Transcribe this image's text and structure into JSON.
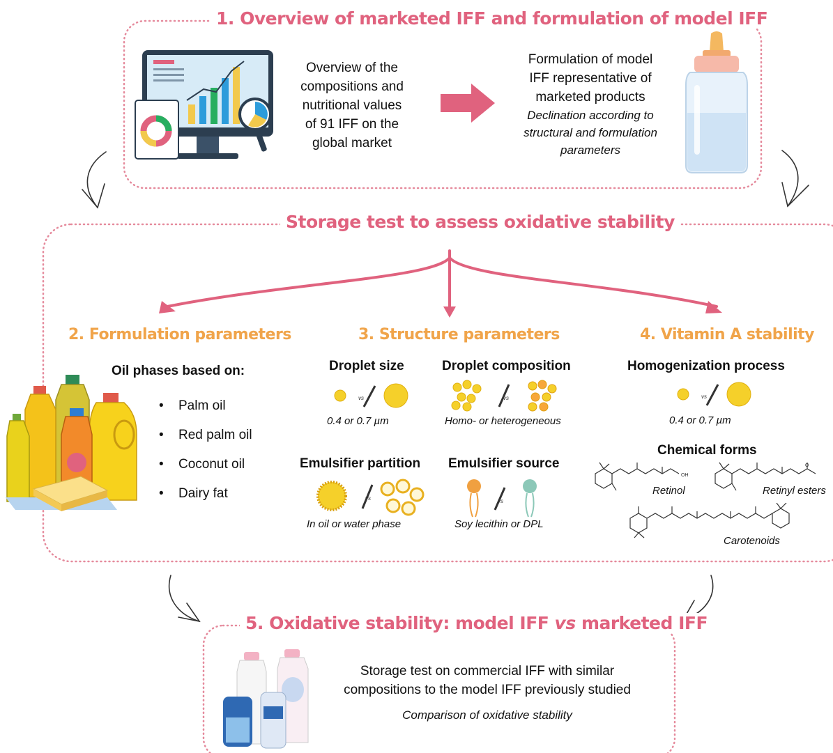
{
  "colors": {
    "accent_pink": "#e0627e",
    "accent_orange": "#f0a44a",
    "dotted_border": "#e58a9c",
    "droplet_yellow": "#f5d02a",
    "surfactant_orange": "#f0a040",
    "surfactant_teal": "#8cc8b8"
  },
  "section1": {
    "title": "1. Overview of marketed IFF and formulation of model IFF",
    "left_text": [
      "Overview of the",
      "compositions and",
      "nutritional values",
      "of 91 IFF on the",
      "global market"
    ],
    "right_text": [
      "Formulation of model",
      "IFF representative of",
      "marketed products"
    ],
    "right_italic": [
      "Declination according to",
      "structural and formulation",
      "parameters"
    ],
    "icons": [
      "dashboard-analytics-icon",
      "arrow-right-icon",
      "baby-bottle-icon"
    ]
  },
  "storage": {
    "title": "Storage test to assess oxidative stability"
  },
  "section2": {
    "title": "2. Formulation parameters",
    "subtitle": "Oil phases based on:",
    "oils": [
      "Palm oil",
      "Red palm oil",
      "Coconut oil",
      "Dairy fat"
    ],
    "bullet": "•",
    "icon": "oil-bottles-icon"
  },
  "section3": {
    "title": "3. Structure parameters",
    "vs": "vs",
    "droplet_size": {
      "label": "Droplet size",
      "caption": "0.4 or 0.7 µm"
    },
    "droplet_composition": {
      "label": "Droplet composition",
      "caption": "Homo- or heterogeneous"
    },
    "emulsifier_partition": {
      "label": "Emulsifier partition",
      "caption": "In oil or water phase"
    },
    "emulsifier_source": {
      "label": "Emulsifier source",
      "caption": "Soy lecithin or DPL"
    }
  },
  "section4": {
    "title": "4. Vitamin A stability",
    "homogenization": {
      "label": "Homogenization process",
      "caption": "0.4 or 0.7 µm"
    },
    "chemical_forms": {
      "label": "Chemical forms",
      "retinol": "Retinol",
      "retinyl_esters": "Retinyl esters",
      "carotenoids": "Carotenoids",
      "oh": "OH",
      "o": "O"
    }
  },
  "section5": {
    "title_a": "5. Oxidative stability: model IFF ",
    "title_vs": "vs",
    "title_b": " marketed IFF",
    "text": [
      "Storage test on commercial IFF with similar",
      "compositions to the model IFF previously studied"
    ],
    "italic": "Comparison of oxidative stability",
    "icon": "commercial-formula-products-icon"
  }
}
